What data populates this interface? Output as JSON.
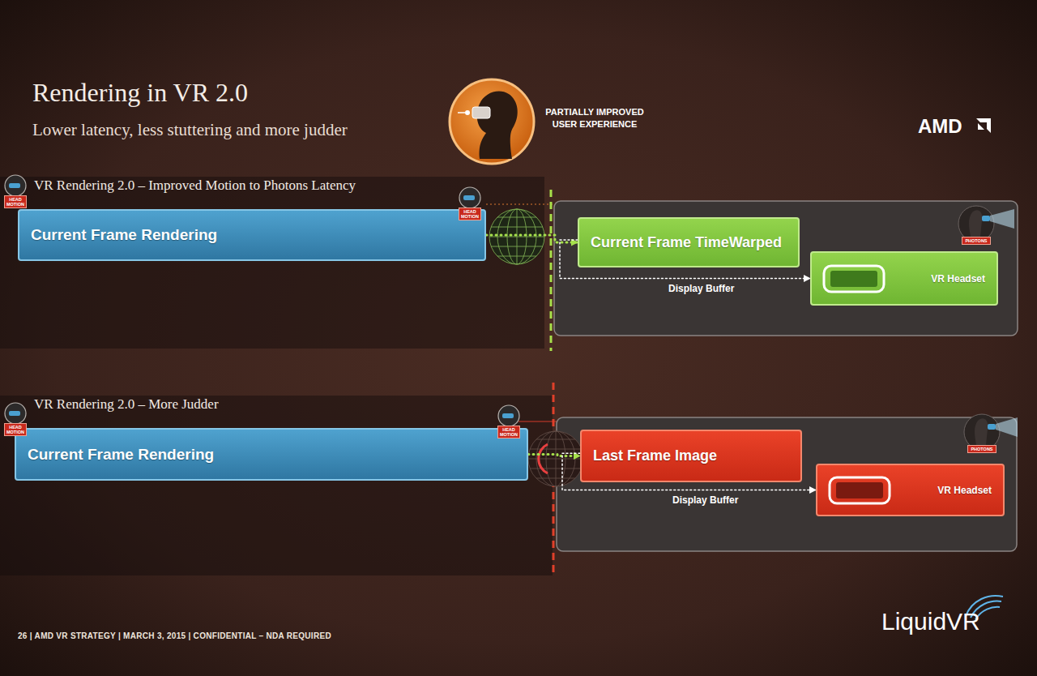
{
  "diagram": {
    "title": "Rendering in VR 2.0",
    "nodes": [
      {
        "text": [
          "VR Rendering 2.0 – Improved Motion to Photons Latency"
        ]
      },
      {
        "text": [
          "Current Frame Rendering"
        ],
        "in": 0
      },
      {
        "text": [
          "Current Frame TimeWarped"
        ]
      },
      {
        "text": [
          "VR Headset"
        ]
      },
      {
        "text": [
          "VR Rendering 2.0 – More Judder"
        ]
      },
      {
        "text": [
          "Current Frame Rendering"
        ],
        "in": 4
      },
      {
        "text": [
          "Last Frame Image"
        ]
      },
      {
        "text": [
          "VR Headset"
        ]
      }
    ],
    "edges": [
      {
        "from": 1,
        "to": 2,
        "arrow": "to"
      },
      {
        "from": 2,
        "to": 3,
        "label": "Display Buffer",
        "arrow": "to"
      },
      {
        "from": 5,
        "to": 6,
        "arrow": "to"
      },
      {
        "from": 6,
        "to": 7,
        "label": "Display Buffer",
        "arrow": "to"
      }
    ],
    "labels": [
      "Lower latency, less stuttering and more judder",
      "PARTIALLY IMPROVED USER EXPERIENCE",
      "AMD",
      "HEAD MOTION",
      "HEAD MOTION",
      "PHOTONS",
      "HEAD MOTION",
      "HEAD MOTION",
      "PHOTONS",
      "26 | AMD VR STRATEGY | MARCH 3, 2015 | CONFIDENTIAL – NDA REQUIRED",
      "LiquidVR"
    ]
  }
}
